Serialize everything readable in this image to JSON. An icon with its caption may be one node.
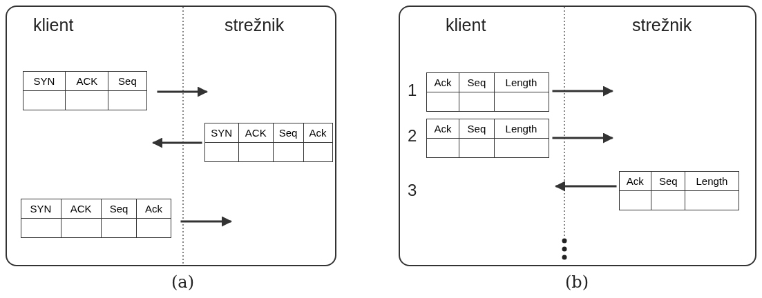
{
  "diagram": {
    "nodes": [
      {
        "text": [],
        "shape": "box"
      },
      {
        "text": [
          "SYN",
          "ACK",
          "Seq"
        ],
        "in": 0
      },
      {
        "text": [
          "SYN",
          "ACK",
          "Seq",
          "Ack"
        ],
        "in": 0
      },
      {
        "text": [
          "SYN",
          "ACK",
          "Seq",
          "Ack"
        ],
        "in": 0
      },
      {
        "text": [],
        "shape": "box"
      },
      {
        "text": [
          "Ack",
          "Seq",
          "Length"
        ],
        "in": 4
      },
      {
        "text": [
          "Ack",
          "Seq",
          "Length"
        ],
        "in": 4
      },
      {
        "text": [
          "Ack",
          "Seq",
          "Length"
        ],
        "in": 4
      }
    ],
    "edges": [
      {
        "from": 1,
        "to": null,
        "arrow": "to"
      },
      {
        "from": 2,
        "to": null,
        "arrow": "to"
      },
      {
        "from": 3,
        "to": null,
        "arrow": "to"
      },
      {
        "from": 5,
        "to": null,
        "arrow": "to"
      },
      {
        "from": 6,
        "to": null,
        "arrow": "to"
      },
      {
        "from": 7,
        "to": null,
        "arrow": "to"
      }
    ],
    "labels": [
      "klient",
      "strežnik",
      "klient",
      "strežnik",
      "1",
      "2",
      "3",
      "(a)",
      "(b)"
    ]
  }
}
